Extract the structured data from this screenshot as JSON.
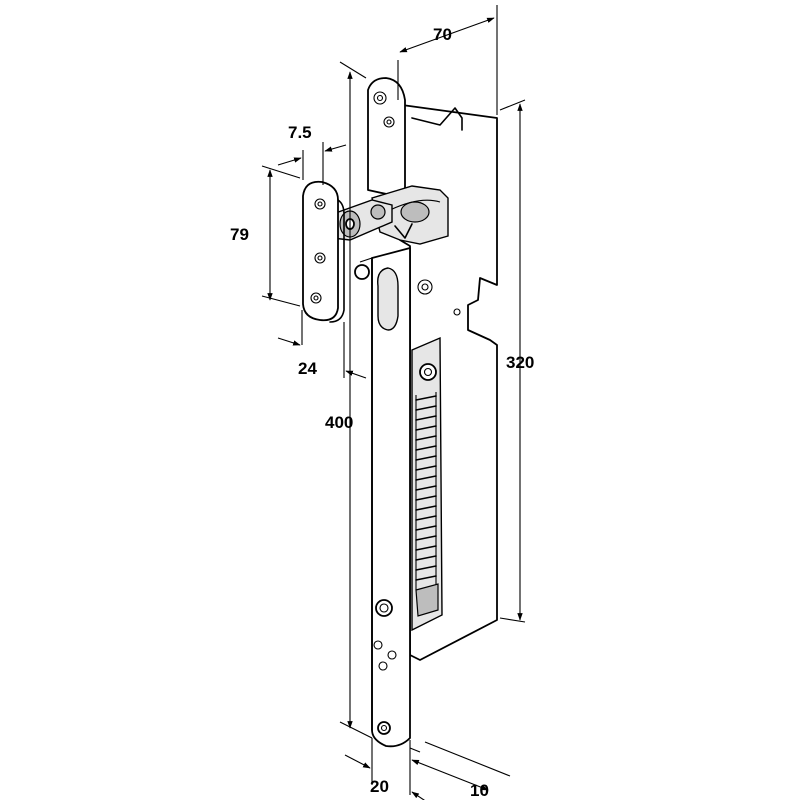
{
  "drawing": {
    "subject": "spring-loaded bracket mechanism",
    "dimensions": {
      "width_top": "70",
      "offset": "7.5",
      "plate_height": "79",
      "plate_width": "24",
      "overall_height": "400",
      "body_height": "320",
      "base_width": "20",
      "depth": "10"
    }
  }
}
